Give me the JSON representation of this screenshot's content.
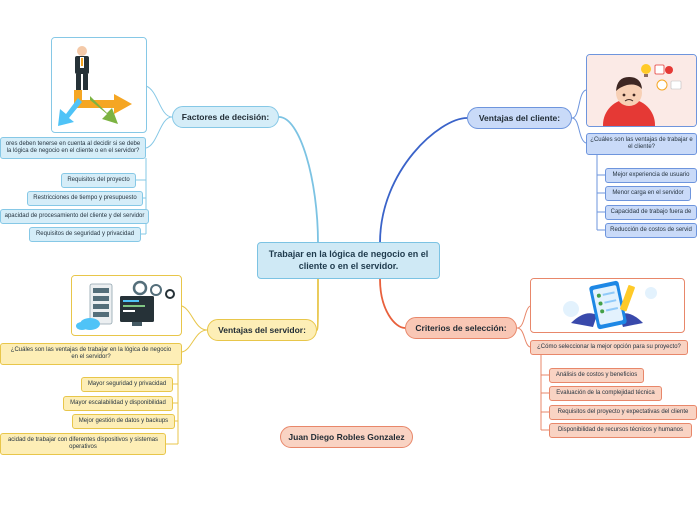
{
  "central": "Trabajar en la lógica de negocio en el cliente o en el servidor.",
  "author": "Juan Diego Robles Gonzalez",
  "factores": {
    "title": "Factores de decisión:",
    "image_icon": "businessman-with-arrows-illustration",
    "intro": "...res deben tenerse en cuenta al decidir si se debe ... la lógica de negocio en el cliente o en el servidor?",
    "intro_line1": "ores deben tenerse en cuenta al decidir si se debe",
    "intro_line2": "la lógica de negocio en el cliente o en el servidor?",
    "items": [
      "Requisitos del proyecto",
      "Restricciones de tiempo y presupuesto",
      "apacidad de procesamiento del cliente y del servidor",
      "Requisitos de seguridad y privacidad"
    ]
  },
  "cliente": {
    "title": "Ventajas del cliente:",
    "image_icon": "person-with-ideas-illustration",
    "question_line1": "¿Cuáles son las ventajas de trabajar e",
    "question_line2": "el cliente?",
    "items": [
      "Mejor experiencia de usuario",
      "Menor carga en el servidor",
      "Capacidad de trabajo fuera de",
      "Reducción de costos de servid"
    ]
  },
  "servidor": {
    "title": "Ventajas del servidor:",
    "image_icon": "server-and-cloud-illustration",
    "question_line1": "¿Cuáles son las ventajas de trabajar en la lógica de negocio",
    "question_line2": "en el servidor?",
    "items": [
      "Mayor seguridad y privacidad",
      "Mayor escalabilidad y disponibilidad",
      "Mejor gestión de datos y backups"
    ],
    "last_line1": "acidad de trabajar con diferentes dispositivos y sistemas",
    "last_line2": "operativos"
  },
  "seleccion": {
    "title": "Criterios de selección:",
    "image_icon": "checklist-tablet-illustration",
    "question": "¿Cómo seleccionar la mejor opción para su proyecto?",
    "items": [
      "Análisis de costos y beneficios",
      "Evaluación de la complejidad técnica",
      "Requisitos del proyecto y expectativas del cliente",
      "Disponibilidad de recursos técnicos y humanos"
    ]
  },
  "colors": {
    "blue_branch": "#7cc3e3",
    "navy_branch": "#3a63c9",
    "yellow_branch": "#e8c64a",
    "orange_branch": "#e8603c"
  }
}
